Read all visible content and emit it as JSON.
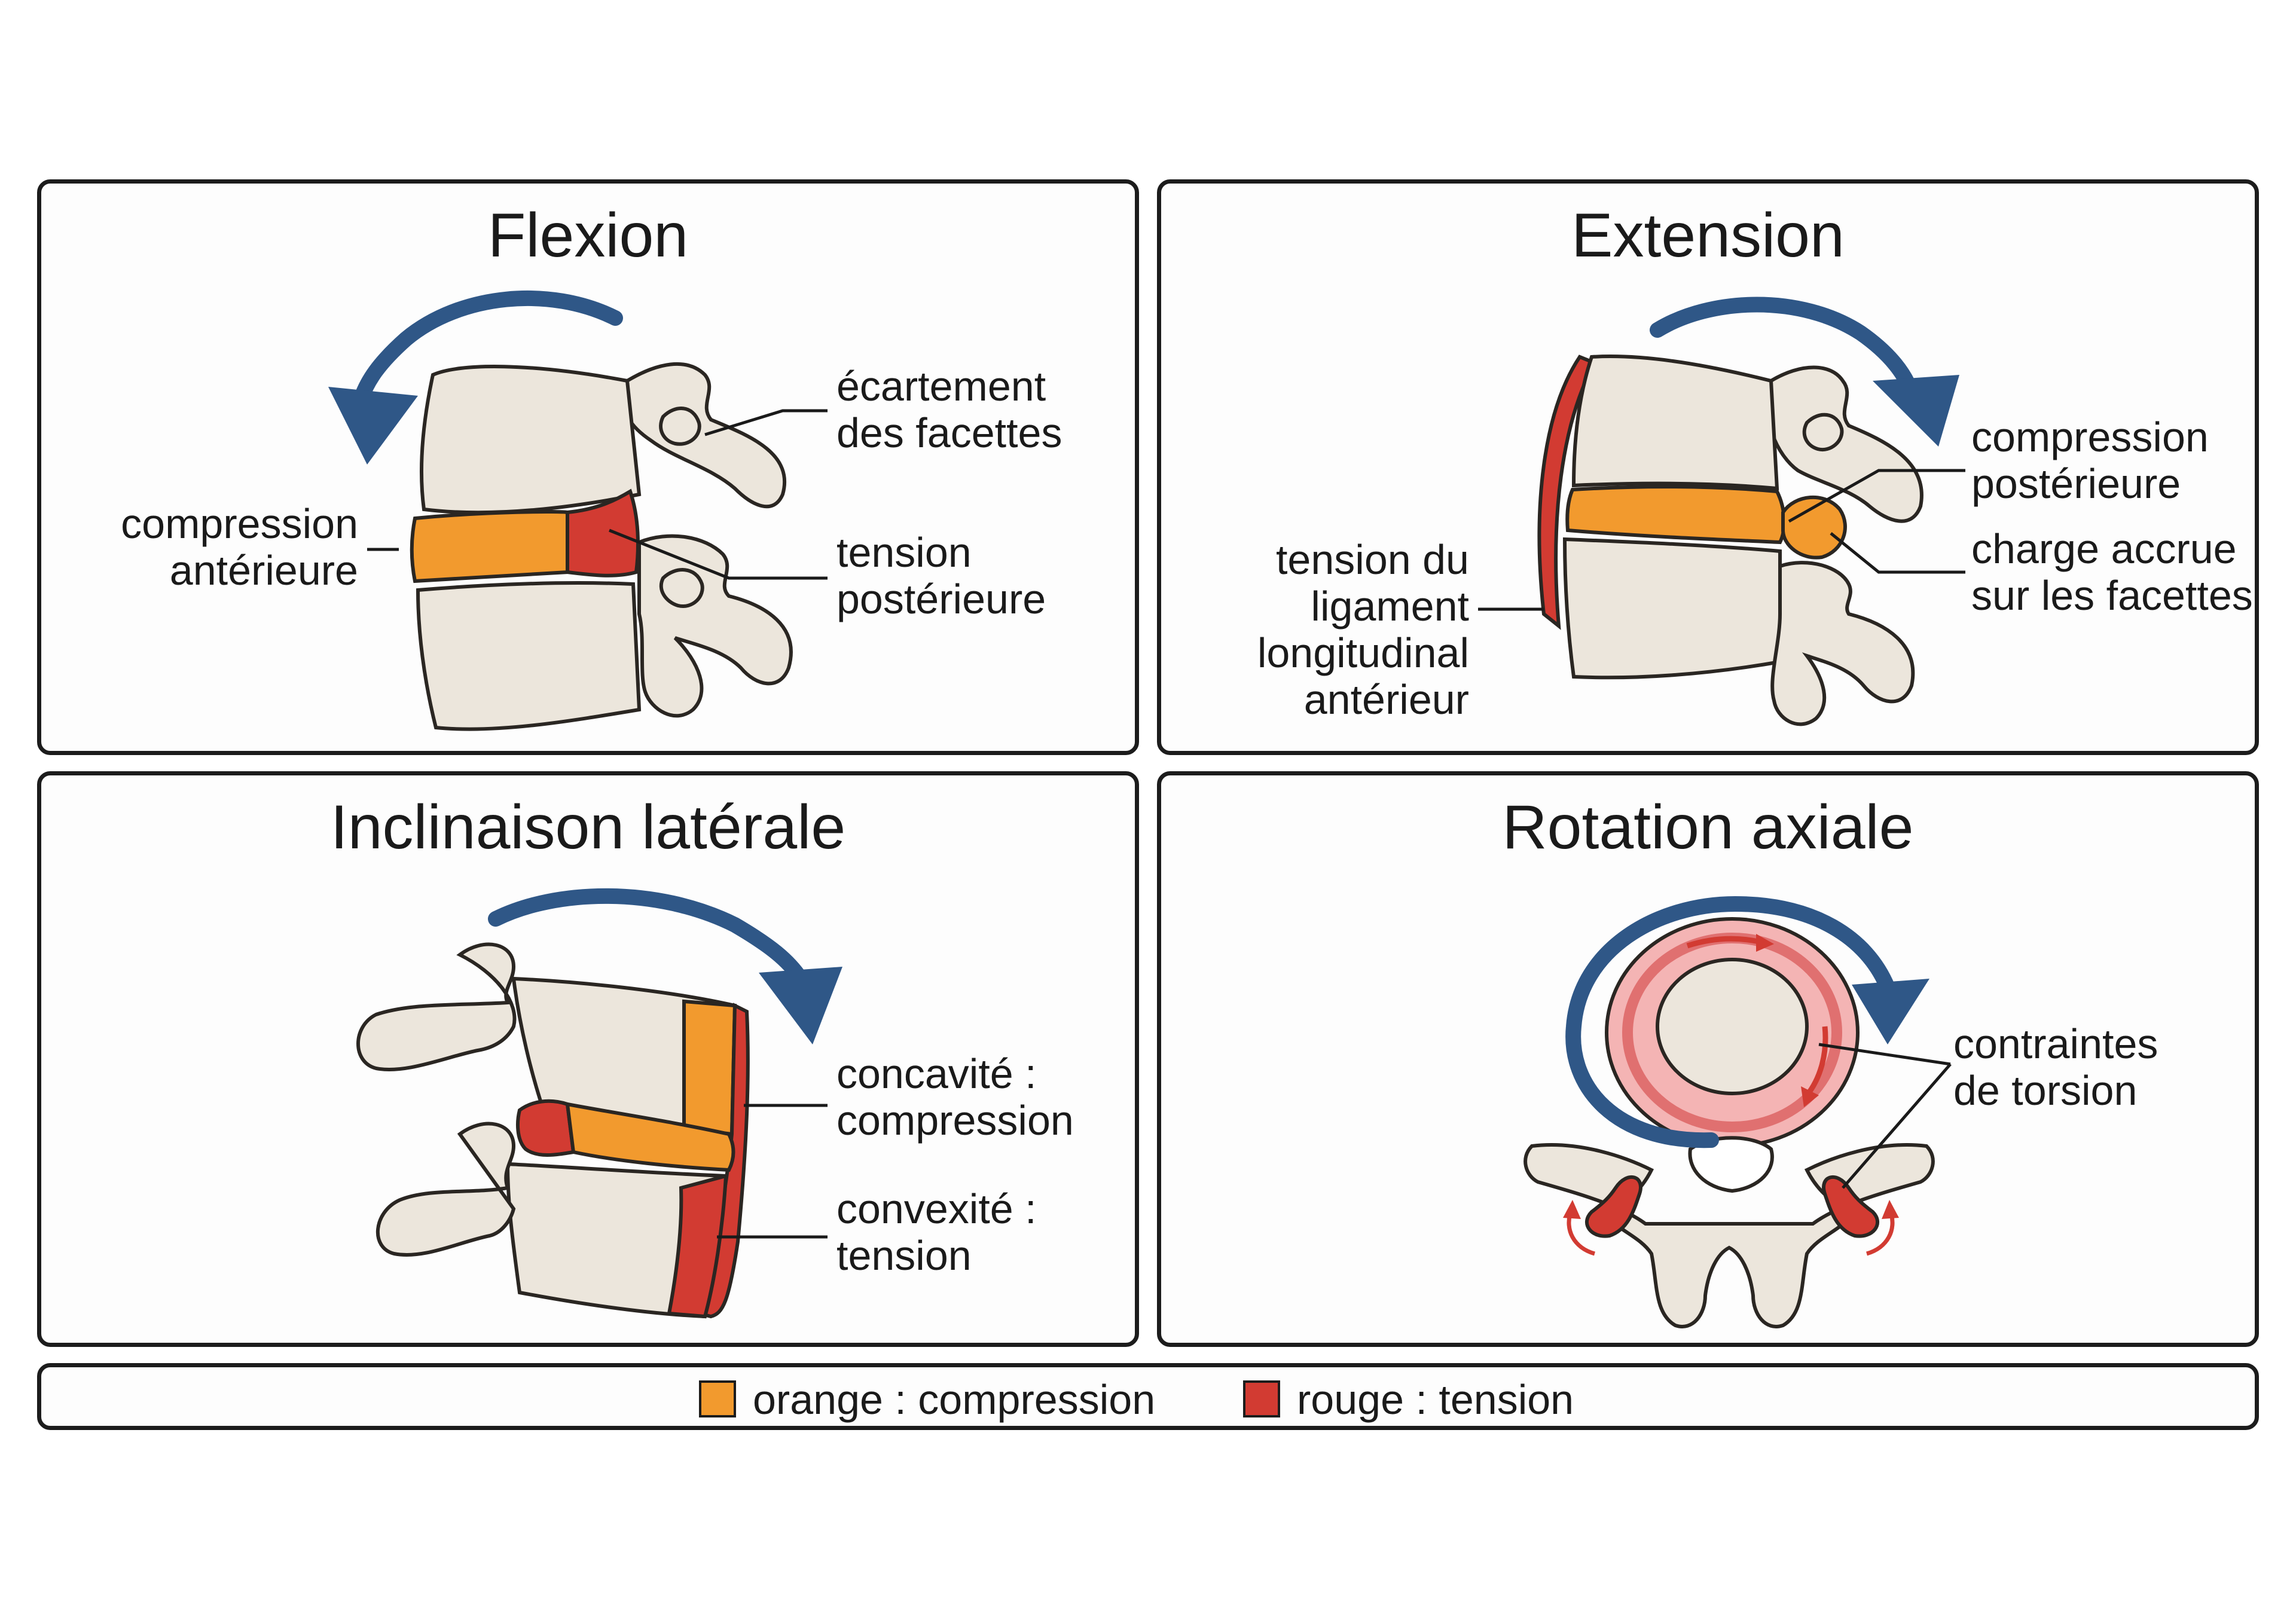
{
  "colors": {
    "compression": "#f29a2e",
    "tension": "#d23b32",
    "arrow": "#2f5787",
    "bone": "#ece6dc",
    "outline": "#2a2622"
  },
  "panels": {
    "flexion": {
      "title": "Flexion",
      "labels": {
        "facets": [
          "écartement",
          "des facettes"
        ],
        "anterior": [
          "compression",
          "antérieure"
        ],
        "posterior": [
          "tension",
          "postérieure"
        ]
      }
    },
    "extension": {
      "title": "Extension",
      "labels": {
        "posterior": [
          "compression",
          "postérieure"
        ],
        "facets": [
          "charge accrue",
          "sur les facettes"
        ],
        "ligament": [
          "tension du",
          "ligament",
          "longitudinal",
          "antérieur"
        ]
      }
    },
    "lateral": {
      "title": "Inclinaison latérale",
      "labels": {
        "concavity": [
          "concavité :",
          "compression"
        ],
        "convexity": [
          "convexité :",
          "tension"
        ]
      }
    },
    "rotation": {
      "title": "Rotation axiale",
      "labels": {
        "torsion": [
          "contraintes",
          "de torsion"
        ]
      }
    }
  },
  "legend": {
    "compression": "orange : compression",
    "tension": "rouge : tension"
  }
}
